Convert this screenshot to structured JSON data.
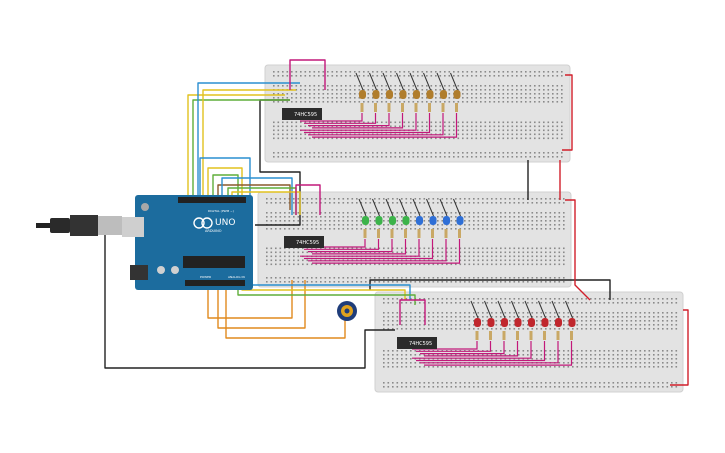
{
  "arduino": {
    "brand": "UNO",
    "sub": "ARDUINO",
    "digital_label": "DIGITAL (PWM ~)",
    "power_label": "POWER",
    "analog_label": "ANALOG IN"
  },
  "chips": {
    "top": "74HC595",
    "middle": "74HC595",
    "bottom": "74HC595"
  },
  "led_rows": [
    {
      "name": "top-row",
      "colors": [
        "#b07d2c",
        "#b07d2c",
        "#b07d2c",
        "#b07d2c",
        "#b07d2c",
        "#b07d2c",
        "#b07d2c",
        "#b07d2c"
      ]
    },
    {
      "name": "middle-row",
      "colors": [
        "#3cb34a",
        "#3cb34a",
        "#3cb34a",
        "#3cb34a",
        "#2f6fd6",
        "#2f6fd6",
        "#2f6fd6",
        "#2f6fd6"
      ]
    },
    {
      "name": "bottom-row",
      "colors": [
        "#c0272d",
        "#c0272d",
        "#c0272d",
        "#c0272d",
        "#c0272d",
        "#c0272d",
        "#c0272d",
        "#c0272d"
      ]
    }
  ],
  "colors": {
    "breadboard": "#e3e3e3",
    "arduino": "#1c6c9e",
    "wire_magenta": "#c2187a",
    "wire_red": "#d11f2b",
    "wire_black": "#222222",
    "wire_orange": "#e08a1e",
    "wire_yellow": "#e2c21f",
    "wire_green": "#5fae3a",
    "wire_blue": "#2a8fd0",
    "wire_brown": "#8a5a2b"
  }
}
